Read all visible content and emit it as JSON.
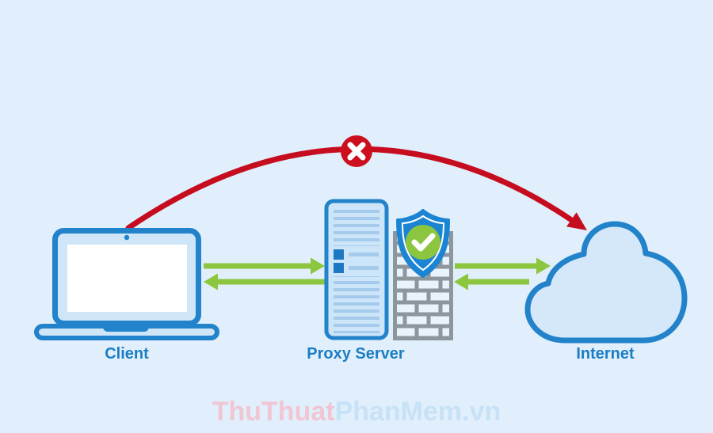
{
  "diagram": {
    "background_color": "#e0effb",
    "nodes": [
      {
        "id": "client",
        "label": "Client",
        "icon": "laptop-icon"
      },
      {
        "id": "proxy-server",
        "label": "Proxy Server",
        "icon": "server-icon"
      },
      {
        "id": "internet",
        "label": "Internet",
        "icon": "cloud-icon"
      }
    ],
    "decorations": [
      {
        "icon": "firewall-icon",
        "description": "gray brick wall in front of proxy server"
      },
      {
        "icon": "shield-check-icon",
        "description": "blue shield with green check on firewall"
      },
      {
        "icon": "x-circle-icon",
        "description": "red blocked symbol on direct client-internet arc"
      }
    ],
    "connections": [
      {
        "from": "client",
        "to": "proxy-server",
        "style": "green-arrow"
      },
      {
        "from": "proxy-server",
        "to": "client",
        "style": "green-arrow"
      },
      {
        "from": "proxy-server",
        "to": "internet",
        "style": "green-arrow"
      },
      {
        "from": "internet",
        "to": "proxy-server",
        "style": "green-arrow"
      },
      {
        "from": "client",
        "to": "internet",
        "style": "red-blocked-arc"
      }
    ],
    "colors": {
      "outline_blue": "#2282ca",
      "fill_light_blue": "#cfe6f8",
      "label_blue": "#1c7dc4",
      "arrow_green": "#8cc63e",
      "blocked_red": "#c60d1f",
      "firewall_gray": "#8d959d",
      "shield_blue": "#1b85d3",
      "screen_white": "#ffffff"
    }
  },
  "watermark": {
    "text": "ThuThuatPhanMem.vn",
    "part_pink": "ThuThuat",
    "part_blue": "PhanMem",
    "part_suffix": ".vn"
  }
}
